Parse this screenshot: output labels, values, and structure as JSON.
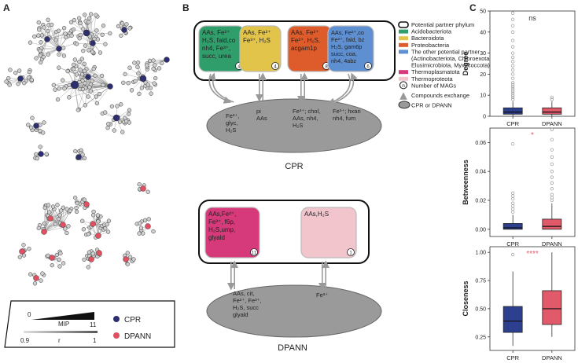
{
  "panels": {
    "a": "A",
    "b": "B",
    "c": "C"
  },
  "panel_a": {
    "legend": {
      "mip_label": "MIP",
      "mip_min": "0",
      "mip_max": "11",
      "r_label": "r",
      "r_min": "0.9",
      "r_max": "1",
      "cpr": "CPR",
      "dpann": "DPANN"
    },
    "colors": {
      "cpr": "#2d2f6e",
      "dpann": "#e05060",
      "node": "#cfcfcf",
      "edge": "#888888"
    }
  },
  "panel_b": {
    "cpr": {
      "label": "CPR",
      "partners": [
        {
          "color": "#2f9e6b",
          "lines": [
            "AAs, Fe²⁺",
            "H₂S, fald,co",
            "nh4, Fe³⁺,",
            "succ, urea"
          ],
          "count": "4"
        },
        {
          "color": "#e3c44a",
          "lines": [
            "AAs, Fe²⁺",
            "Fe³⁺, H₂S"
          ],
          "count": "4"
        },
        {
          "color": "#de5c2b",
          "lines": [
            "AAs, Fe²⁺",
            "Fe³⁺, H₂S,",
            "acgam1p"
          ],
          "count": "8"
        },
        {
          "color": "#5e8fd1",
          "lines": [
            "AAs, Fe²⁺,co",
            "Fe³⁺, fald, bz",
            "H₂S, gam6p",
            "succ, coa,",
            "nh4, 4abz"
          ],
          "count": "6"
        }
      ],
      "exchange": [
        [
          "Fe³⁺,",
          "glyc,",
          "H₂S"
        ],
        [
          "pi",
          "AAs"
        ],
        [
          "Fe³⁺; chol,",
          "AAs, nh4,",
          "H₂S"
        ],
        [
          "Fe³⁺; hxan",
          "nh4, fum"
        ]
      ]
    },
    "dpann": {
      "label": "DPANN",
      "partners": [
        {
          "color": "#d63a7a",
          "lines": [
            "AAs,Fe²⁺,",
            "Fe³⁺, f6p,",
            "H₂S,ump,",
            "glyald"
          ],
          "count": "11"
        },
        {
          "color": "#f2c4cc",
          "lines": [
            "AAs,H₂S"
          ],
          "count": "1"
        }
      ],
      "exchange": [
        [
          "AAs, cit,",
          "Fe²⁺, Fe³⁺,",
          "H₂S, succ",
          "glyald"
        ],
        [
          "Fe³⁺"
        ]
      ]
    },
    "legend": [
      {
        "kind": "box",
        "label": "Potential partner phylum"
      },
      {
        "kind": "swatch",
        "color": "#2f9e6b",
        "label": "Acidobacteriota"
      },
      {
        "kind": "swatch",
        "color": "#e3c44a",
        "label": "Bacteroidota"
      },
      {
        "kind": "swatch",
        "color": "#de5c2b",
        "label": "Proteobacteria"
      },
      {
        "kind": "swatch",
        "color": "#5e8fd1",
        "label": "The other potential partner"
      },
      {
        "kind": "text",
        "label": "(Actinobacteriota, Chloroexota,"
      },
      {
        "kind": "text",
        "label": "Elusimicrobiota, Myxococcota)"
      },
      {
        "kind": "swatch",
        "color": "#d63a7a",
        "label": "Thermoplasmatota"
      },
      {
        "kind": "swatch",
        "color": "#f2c4cc",
        "label": "Thermoproteota"
      },
      {
        "kind": "circle",
        "symbol": "n",
        "label": "Number of MAGs"
      },
      {
        "kind": "arrow",
        "label": "Compounds exchange"
      },
      {
        "kind": "ellipse",
        "label": "CPR or DPANN"
      }
    ]
  },
  "chart_data": [
    {
      "type": "box",
      "ylabel": "Degree",
      "categories": [
        "CPR",
        "DPANN"
      ],
      "ylim": [
        0,
        50
      ],
      "yticks": [
        0,
        10,
        20,
        30,
        40,
        50
      ],
      "yticklabels": [
        "0",
        "10",
        "20",
        "30",
        "40",
        "50"
      ],
      "significance": "ns",
      "significance_color": "#333333",
      "series": [
        {
          "category": "CPR",
          "color": "#2d3f8f",
          "whisker_low": 0,
          "q1": 1,
          "median": 2,
          "q3": 4,
          "whisker_high": 7,
          "outliers": [
            8,
            9,
            10,
            11,
            12,
            13,
            14,
            15,
            16,
            18,
            20,
            22,
            24,
            26,
            28,
            30,
            33,
            36,
            40,
            43,
            46,
            49
          ]
        },
        {
          "category": "DPANN",
          "color": "#e05a6a",
          "whisker_low": 0,
          "q1": 1,
          "median": 2,
          "q3": 4,
          "whisker_high": 7,
          "outliers": [
            8,
            9
          ]
        }
      ]
    },
    {
      "type": "box",
      "ylabel": "Betweenness",
      "categories": [
        "CPR",
        "DPANN"
      ],
      "ylim": [
        -0.005,
        0.07
      ],
      "yticks": [
        0,
        0.02,
        0.04,
        0.06
      ],
      "yticklabels": [
        "0.00",
        "0.02",
        "0.04",
        "0.06"
      ],
      "significance": "*",
      "significance_color": "#e05a6a",
      "series": [
        {
          "category": "CPR",
          "color": "#2d3f8f",
          "whisker_low": 0,
          "q1": 0,
          "median": 0.001,
          "q3": 0.004,
          "whisker_high": 0.01,
          "outliers": [
            0.012,
            0.014,
            0.016,
            0.018,
            0.021,
            0.023,
            0.025,
            0.059
          ]
        },
        {
          "category": "DPANN",
          "color": "#e05a6a",
          "whisker_low": 0,
          "q1": 0,
          "median": 0.002,
          "q3": 0.007,
          "whisker_high": 0.018,
          "outliers": [
            0.02,
            0.022,
            0.024,
            0.028,
            0.032,
            0.036,
            0.04,
            0.045,
            0.05,
            0.055,
            0.062,
            0.069
          ]
        }
      ]
    },
    {
      "type": "box",
      "ylabel": "Closeness",
      "categories": [
        "CPR",
        "DPANN"
      ],
      "ylim": [
        0.13,
        1.05
      ],
      "yticks": [
        0.25,
        0.5,
        0.75,
        1.0
      ],
      "yticklabels": [
        "0.25",
        "0.50",
        "0.75",
        "1.00"
      ],
      "significance": "****",
      "significance_color": "#e05a6a",
      "series": [
        {
          "category": "CPR",
          "color": "#2d3f8f",
          "whisker_low": 0.17,
          "q1": 0.29,
          "median": 0.39,
          "q3": 0.52,
          "whisker_high": 0.83,
          "outliers": [
            0.98
          ]
        },
        {
          "category": "DPANN",
          "color": "#e05a6a",
          "whisker_low": 0.25,
          "q1": 0.36,
          "median": 0.5,
          "q3": 0.66,
          "whisker_high": 1.0,
          "outliers": []
        }
      ]
    }
  ]
}
